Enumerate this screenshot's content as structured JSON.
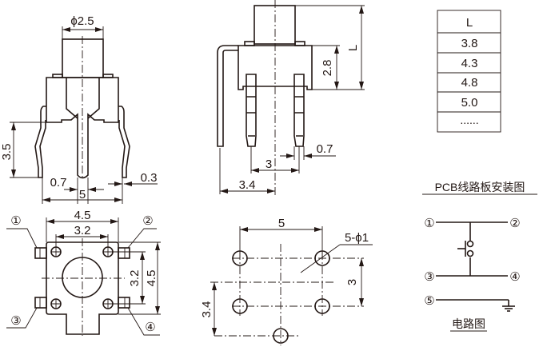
{
  "front_view": {
    "plunger_dia": "ϕ2.5",
    "lead_height": "3.5",
    "pin_width": "0.7",
    "lead_span": "5",
    "lead_thickness": "0.3"
  },
  "side_view": {
    "total_height": "L",
    "body_height": "2.8",
    "pin_width": "0.7",
    "pin_pitch": "3",
    "lead_offset": "3.4"
  },
  "length_table": {
    "header": "L",
    "rows": [
      "3.8",
      "4.3",
      "4.8",
      "5.0",
      "......"
    ]
  },
  "top_view": {
    "width": "4.5",
    "hole_pitch_x": "3.2",
    "hole_pitch_y": "3.2",
    "height": "4.5",
    "pins": [
      "①",
      "②",
      "③",
      "④"
    ]
  },
  "pcb_layout": {
    "title": "PCB线路板安装图",
    "pitch_x": "5",
    "hole_spec": "5-ϕ1",
    "pitch_y": "3",
    "offset_y": "3.4"
  },
  "circuit": {
    "title": "电路图",
    "pins": [
      "①",
      "②",
      "③",
      "④",
      "⑤"
    ]
  },
  "colors": {
    "ink": "#231815",
    "background": "#ffffff"
  }
}
